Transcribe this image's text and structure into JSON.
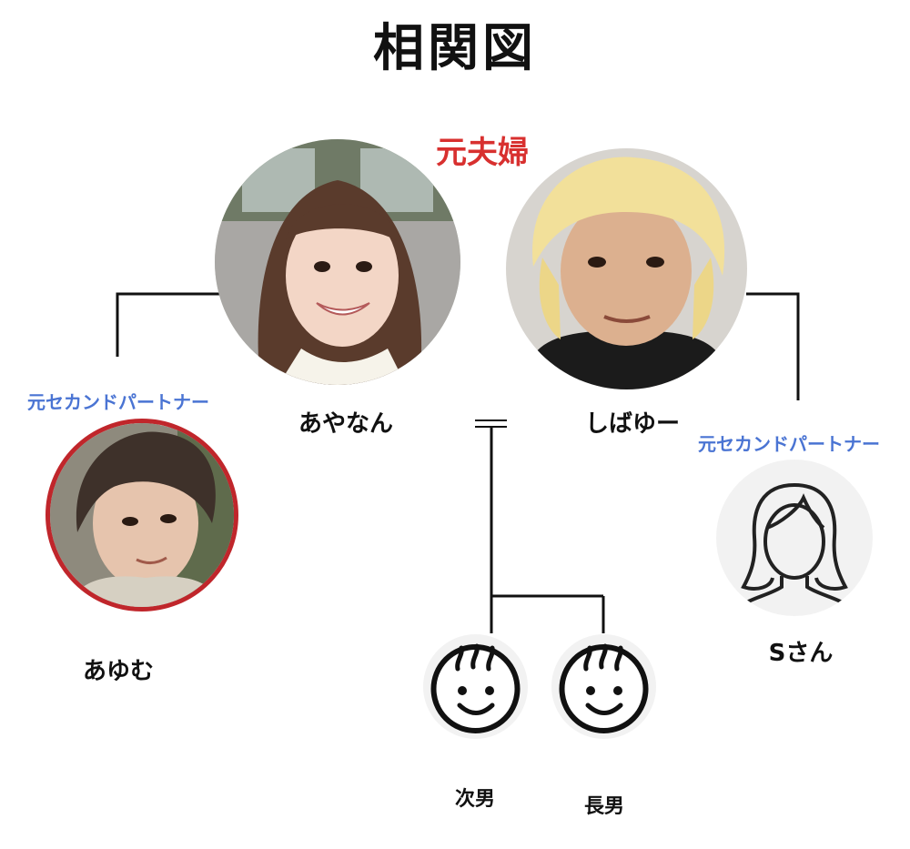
{
  "title": "相関図",
  "couple_label": "元夫婦",
  "people": {
    "ayanan": {
      "name": "あやなん"
    },
    "shibayu": {
      "name": "しばゆー"
    },
    "ayumu": {
      "name": "あゆむ",
      "role": "元セカンドパートナー"
    },
    "s_san": {
      "name": "Sさん",
      "role": "元セカンドパートナー"
    },
    "second_son": {
      "name": "次男"
    },
    "eldest_son": {
      "name": "長男"
    }
  },
  "colors": {
    "title": "#111111",
    "couple_label": "#d8302f",
    "role_label": "#4a74d3",
    "ayumu_border": "#c0262b",
    "lines": "#111111"
  }
}
